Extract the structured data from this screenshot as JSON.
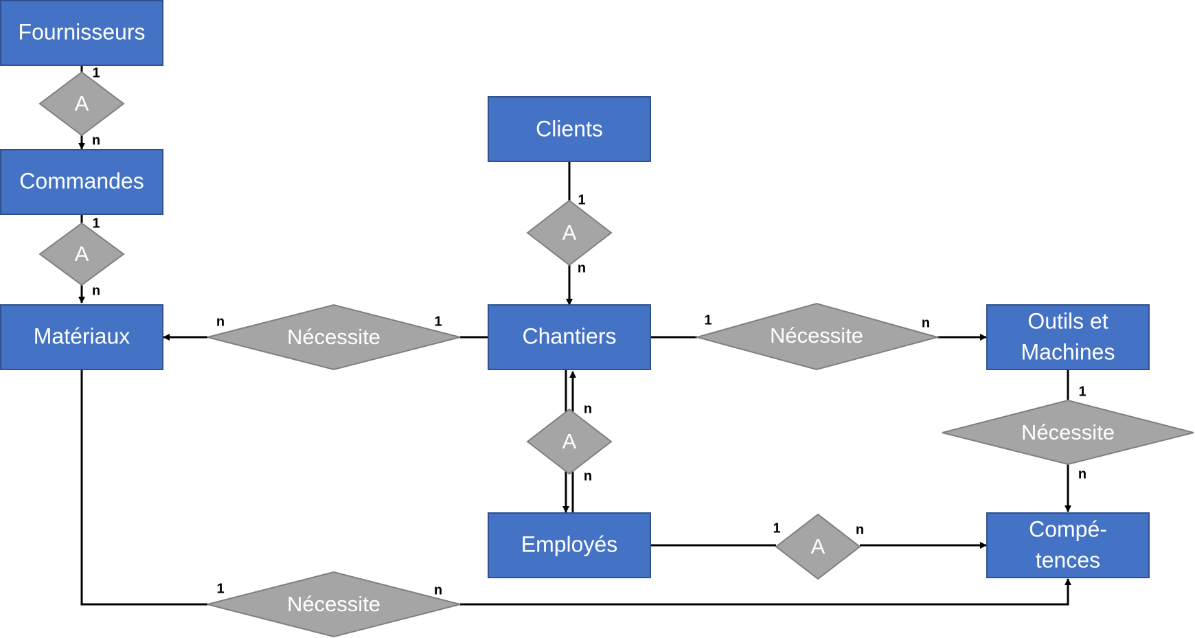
{
  "entities": {
    "fournisseurs": "Fournisseurs",
    "commandes": "Commandes",
    "materiaux": "Matériaux",
    "clients": "Clients",
    "chantiers": "Chantiers",
    "employes": "Employés",
    "outils_line1": "Outils et",
    "outils_line2": "Machines",
    "competences_line1": "Compé-",
    "competences_line2": "tences"
  },
  "relationships": {
    "fournisseurs_commandes": "A",
    "commandes_materiaux": "A",
    "clients_chantiers": "A",
    "chantiers_employes": "A",
    "employes_competences": "A",
    "chantiers_materiaux": "Nécessite",
    "chantiers_outils": "Nécessite",
    "outils_competences": "Nécessite",
    "materiaux_competences": "Nécessite"
  },
  "cardinalities": {
    "fournisseurs_commandes": [
      "1",
      "n"
    ],
    "commandes_materiaux": [
      "1",
      "n"
    ],
    "clients_chantiers": [
      "1",
      "n"
    ],
    "chantiers_materiaux": [
      "1",
      "n"
    ],
    "chantiers_outils": [
      "1",
      "n"
    ],
    "chantiers_employes": [
      "n",
      "n"
    ],
    "outils_competences": [
      "1",
      "n"
    ],
    "employes_competences": [
      "1",
      "n"
    ],
    "materiaux_competences": [
      "1",
      "n"
    ]
  }
}
